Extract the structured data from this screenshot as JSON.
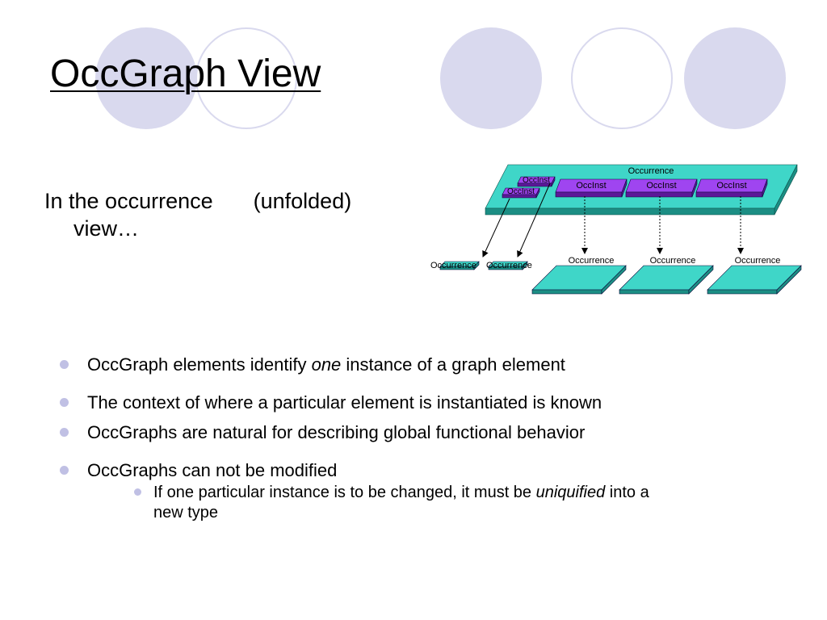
{
  "slide": {
    "title": "OccGraph View",
    "lead": {
      "part1": "In the occurrence",
      "part2": "(unfolded)",
      "part3": "view…"
    }
  },
  "diagram": {
    "parent_label": "Occurrence",
    "small_occinst_labels": [
      "OccInst",
      "OccInst"
    ],
    "occinst_labels": [
      "OccInst",
      "OccInst",
      "OccInst"
    ],
    "small_occurrence_labels": [
      "Occurrence",
      "Occurrence"
    ],
    "occurrence_labels": [
      "Occurrence",
      "Occurrence",
      "Occurrence"
    ],
    "colors": {
      "occurrence_fill": "#3fd6c8",
      "occurrence_side": "#1c8e84",
      "occinst_fill": "#9f45f0",
      "occinst_side": "#5c1898",
      "decor_circle": "#d9d9ee"
    }
  },
  "bullets": [
    {
      "before": "OccGraph elements identify ",
      "emph": "one",
      "after": " instance of a graph element"
    },
    {
      "before": "The context of where a particular element is instantiated is known",
      "emph": "",
      "after": ""
    },
    {
      "before": "OccGraphs are natural for describing global functional behavior",
      "emph": "",
      "after": ""
    },
    {
      "before": "OccGraphs can not be modified",
      "emph": "",
      "after": ""
    },
    {
      "before": "If one particular instance is to be changed, it must be ",
      "emph": "uniquified",
      "after": " into a new type"
    }
  ]
}
